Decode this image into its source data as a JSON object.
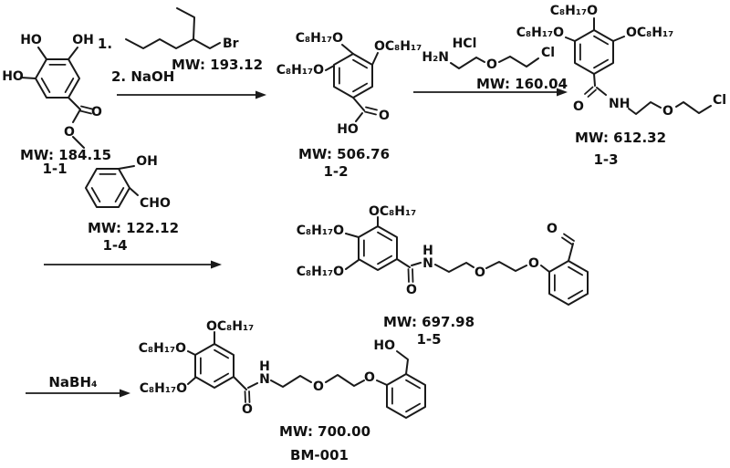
{
  "figure": {
    "type": "chemical-reaction-scheme",
    "background": "#ffffff",
    "ink_color": "#1a1a1a"
  },
  "atoms": {
    "HO": "HO",
    "OH": "OH",
    "O": "O",
    "Br": "Br",
    "Cl": "Cl",
    "NH": "NH",
    "N": "N",
    "H": "H",
    "H2N": "H₂N",
    "HCl": "HCl",
    "CHO": "CHO",
    "C8H17O": "C₈H₁₇O",
    "OC8H17": "OC₈H₁₇"
  },
  "reagents": {
    "step1_label": "1.",
    "step2_label": "2. NaOH",
    "bromide_mw": "MW: 193.12",
    "amine_mw": "MW: 160.04",
    "nabh4": "NaBH₄"
  },
  "compounds": {
    "c1_1": {
      "mw": "MW: 184.15",
      "id": "1-1"
    },
    "c1_2": {
      "mw": "MW: 506.76",
      "id": "1-2"
    },
    "c1_3": {
      "mw": "MW: 612.32",
      "id": "1-3"
    },
    "c1_4": {
      "mw": "MW: 122.12",
      "id": "1-4"
    },
    "c1_5": {
      "mw": "MW: 697.98",
      "id": "1-5"
    },
    "bm001": {
      "mw": "MW: 700.00",
      "id": "BM-001"
    }
  }
}
